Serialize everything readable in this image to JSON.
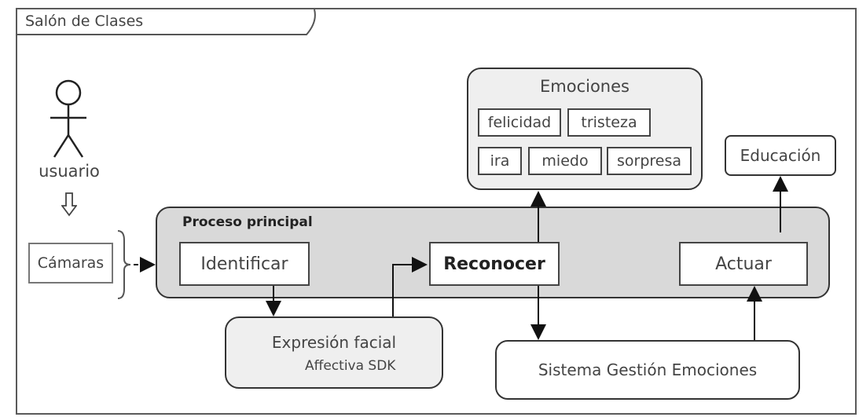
{
  "frame": {
    "label": "Salón de Clases"
  },
  "actor": {
    "label": "usuario"
  },
  "cameras": {
    "label": "Cámaras"
  },
  "main_process": {
    "label": "Proceso principal",
    "steps": {
      "identify": "Identificar",
      "recognize": "Reconocer",
      "act": "Actuar"
    }
  },
  "emotions": {
    "title": "Emociones",
    "items": [
      "felicidad",
      "tristeza",
      "ira",
      "miedo",
      "sorpresa"
    ]
  },
  "education": {
    "label": "Educación"
  },
  "facial_expression": {
    "title": "Expresión facial",
    "subtitle": "Affectiva SDK"
  },
  "ems": {
    "label": "Sistema Gestión Emociones"
  },
  "colors": {
    "process_fill": "#d9d9d9",
    "box_fill": "#efefef",
    "stroke": "#333333"
  }
}
